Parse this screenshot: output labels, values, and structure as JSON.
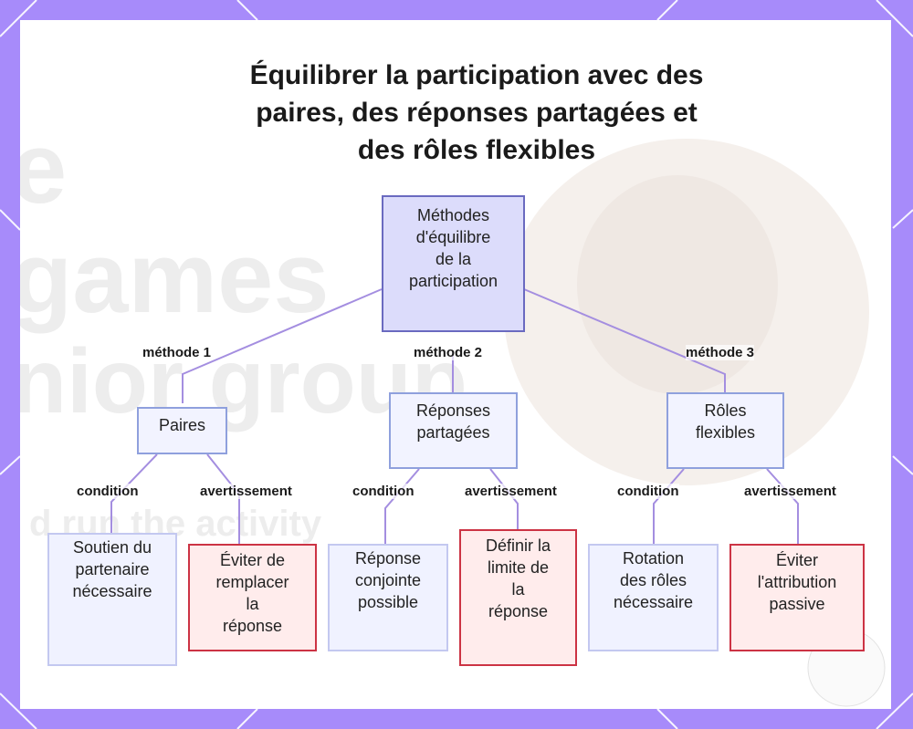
{
  "title": [
    "Équilibrer la participation avec des",
    "paires, des réponses partagées et",
    "des rôles flexibles"
  ],
  "root": [
    "Méthodes",
    "d'équilibre",
    "de la",
    "participation"
  ],
  "methods": [
    {
      "edge_label": "méthode 1",
      "lines": [
        "Paires"
      ]
    },
    {
      "edge_label": "méthode 2",
      "lines": [
        "Réponses",
        "partagées"
      ]
    },
    {
      "edge_label": "méthode 3",
      "lines": [
        "Rôles",
        "flexibles"
      ]
    }
  ],
  "children": [
    {
      "edge_label": "condition",
      "type": "condition",
      "lines": [
        "Soutien du",
        "partenaire",
        "nécessaire"
      ]
    },
    {
      "edge_label": "avertissement",
      "type": "warning",
      "lines": [
        "Éviter de",
        "remplacer",
        "la",
        "réponse"
      ]
    },
    {
      "edge_label": "condition",
      "type": "condition",
      "lines": [
        "Réponse",
        "conjointe",
        "possible"
      ]
    },
    {
      "edge_label": "avertissement",
      "type": "warning",
      "lines": [
        "Définir la",
        "limite de",
        "la",
        "réponse"
      ]
    },
    {
      "edge_label": "condition",
      "type": "condition",
      "lines": [
        "Rotation",
        "des rôles",
        "nécessaire"
      ]
    },
    {
      "edge_label": "avertissement",
      "type": "warning",
      "lines": [
        "Éviter",
        "l'attribution",
        "passive"
      ]
    }
  ],
  "watermark_text": [
    "e",
    "games",
    "nior group",
    "d run the activity"
  ],
  "colors": {
    "border_purple": "#a78bfa",
    "edge": "#a48ee0",
    "root_fill": "#dcdcfb",
    "warning_border": "#cc3344",
    "condition_border": "#c3c8f0"
  }
}
